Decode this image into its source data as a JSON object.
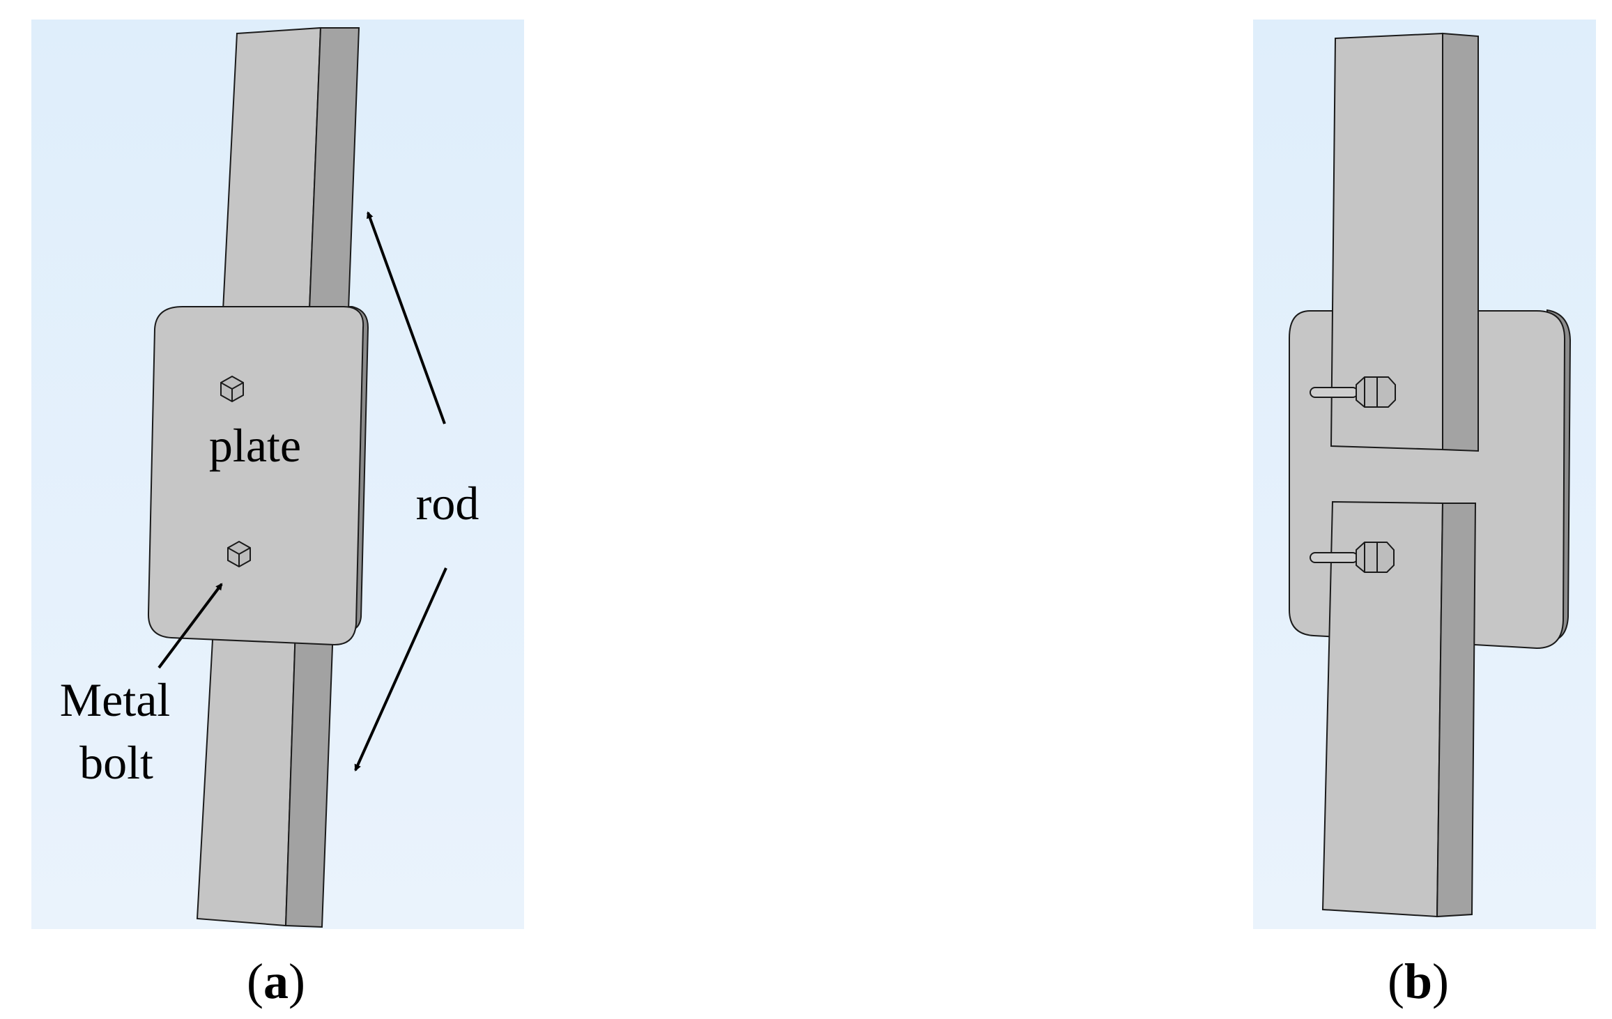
{
  "panel_a": {
    "labels": {
      "plate": "plate",
      "rod": "rod",
      "bolt_line1": "Metal",
      "bolt_line2": "bolt"
    },
    "caption": {
      "open": "(",
      "letter": "a",
      "close": ")"
    }
  },
  "panel_b": {
    "caption": {
      "open": "(",
      "letter": "b",
      "close": ")"
    }
  },
  "colors": {
    "panel_background": "#e4f0fb",
    "rod_front": "#c4c4c4",
    "rod_side": "#a2a2a2",
    "plate_face": "#c6c6c6",
    "outline": "#1a1a1a",
    "arrow": "#000000"
  }
}
